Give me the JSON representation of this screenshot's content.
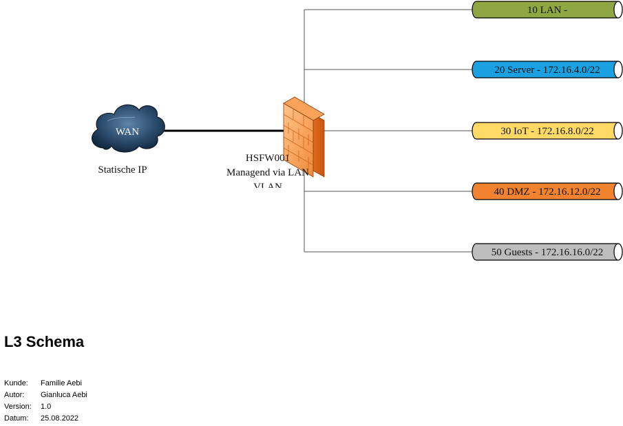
{
  "wan": {
    "label": "WAN",
    "caption": "Statische IP"
  },
  "firewall": {
    "name": "HSFW001",
    "line2": "Managend via LAN",
    "line3": "VLAN"
  },
  "vlans": [
    {
      "label": "10 LAN -",
      "color": "#8fa743"
    },
    {
      "label": "20 Server - 172.16.4.0/22",
      "color": "#1ba1e2"
    },
    {
      "label": "30 IoT - 172.16.8.0/22",
      "color": "#ffd966"
    },
    {
      "label": "40 DMZ - 172.16.12.0/22",
      "color": "#f08230"
    },
    {
      "label": "50 Guests - 172.16.16.0/22",
      "color": "#bdbdbd"
    }
  ],
  "document": {
    "title": "L3 Schema",
    "fields": [
      {
        "label": "Kunde:",
        "value": "Familie Aebi"
      },
      {
        "label": "Autor:",
        "value": "Gianluca Aebi"
      },
      {
        "label": "Version:",
        "value": "1.0"
      },
      {
        "label": "Datum:",
        "value": "25.08.2022"
      }
    ]
  }
}
